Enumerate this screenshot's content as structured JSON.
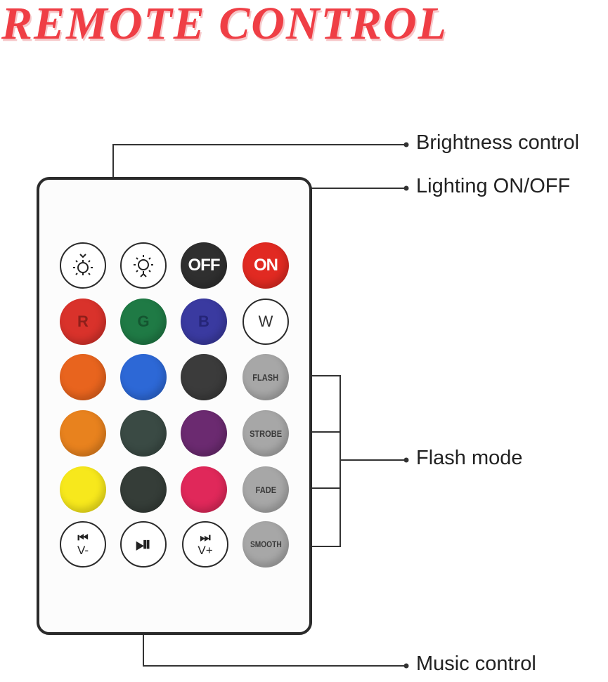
{
  "title": "REMOTE CONTROL",
  "annotations": {
    "brightness": "Brightness control",
    "lighting": "Lighting ON/OFF",
    "flash": "Flash mode",
    "music": "Music control"
  },
  "buttons": {
    "off": "OFF",
    "on": "ON",
    "r": "R",
    "g": "G",
    "b": "B",
    "w": "W",
    "flash": "FLASH",
    "strobe": "STROBE",
    "fade": "FADE",
    "smooth": "SMOOTH",
    "prev_symbol": "⏮",
    "prev_label": "V-",
    "play_symbol": "⏯",
    "next_symbol": "⏭",
    "next_label": "V+"
  },
  "colors": {
    "title": "#ef3e45",
    "red": "#d9322b",
    "green": "#1f7a45",
    "blue": "#3a3aa0",
    "orange_1": "#e8641e",
    "blue_2": "#2d68d6",
    "dark_1": "#3b3b3b",
    "orange_2": "#e8821e",
    "dark_green": "#3a4a44",
    "purple": "#6b2a70",
    "yellow": "#f7e81c",
    "dark_2": "#353d38",
    "pink": "#e0285a",
    "gray_mode": "#a7a7a7",
    "off": "#2f2f2f",
    "on": "#e12a22"
  },
  "icons": {
    "brightness_down": "sun-down-icon",
    "brightness_up": "sun-up-icon"
  }
}
